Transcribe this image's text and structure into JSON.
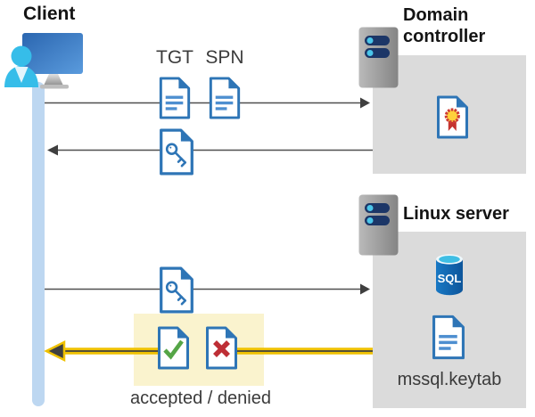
{
  "client": {
    "label": "Client"
  },
  "flow": {
    "tgt_label": "TGT",
    "spn_label": "SPN",
    "result_label": "accepted / denied"
  },
  "domain_controller": {
    "title": "Domain controller"
  },
  "linux_server": {
    "title": "Linux server",
    "sql_label": "SQL",
    "keytab_label": "mssql.keytab"
  },
  "icons": {
    "client": "user-at-computer",
    "domain_controller_server": "server-tower",
    "linux_server": "server-tower",
    "tgt": "document-lines",
    "spn": "document-lines",
    "session_key": "document-key",
    "certificate": "document-certificate",
    "sql_database": "database-cylinder",
    "keytab_file": "document-lines",
    "accepted": "document-check",
    "denied": "document-x"
  },
  "colors": {
    "doc_blue": "#2e75b6",
    "doc_line_blue": "#4e8fd0",
    "lifeline_blue": "#bdd7f1",
    "zone_gray": "#dbdbdb",
    "arrow_gray": "#3f3f3f",
    "highlight_yellow": "#faf3ce",
    "arrow_yellow": "#efc100",
    "check_green": "#55a546",
    "cross_red": "#be2e35",
    "person_cyan": "#36bde9",
    "monitor_blue": "#2e6cb5",
    "server_pill_navy": "#1c3667",
    "pill_dot_cyan": "#4ac6ea",
    "sql_blue": "#1268b3",
    "sql_top_cyan": "#3fbee4",
    "cert_gold": "#ffd23b",
    "cert_red": "#c5332f",
    "text_dark": "#3a3a3a"
  }
}
